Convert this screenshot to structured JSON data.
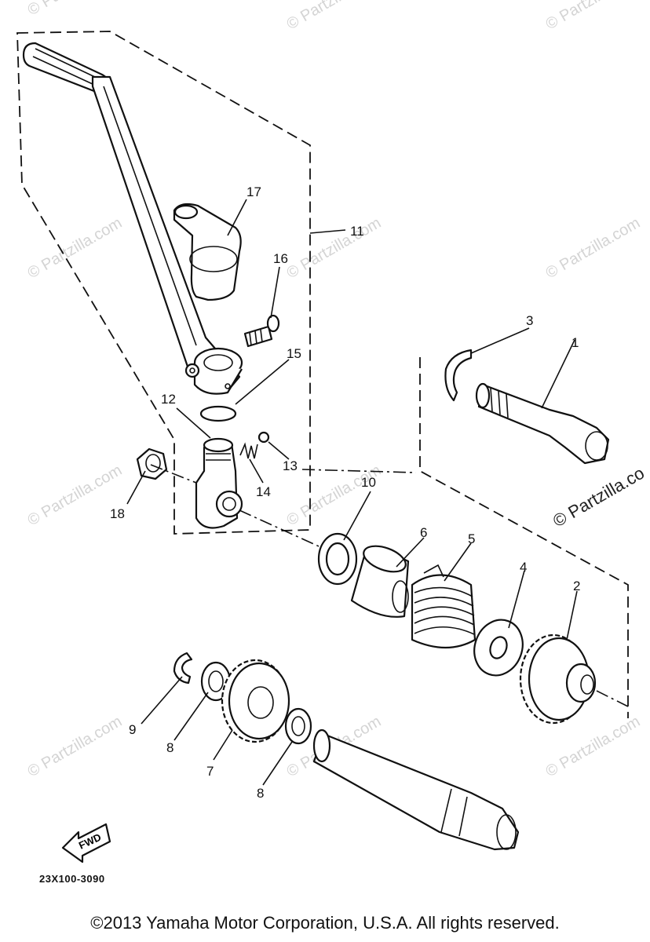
{
  "callouts": {
    "p1": "1",
    "p2": "2",
    "p3": "3",
    "p4": "4",
    "p5": "5",
    "p6": "6",
    "p7": "7",
    "p8a": "8",
    "p8b": "8",
    "p9": "9",
    "p10": "10",
    "p11": "11",
    "p12": "12",
    "p13": "13",
    "p14": "14",
    "p15": "15",
    "p16": "16",
    "p17": "17",
    "p18": "18"
  },
  "fwd_label": "FWD",
  "drawing_code": "23X100-3090",
  "watermark": "© Partzilla.com",
  "watermark_big": "© Partzilla.co",
  "copyright": "©2013 Yamaha Motor Corporation, U.S.A. All rights reserved."
}
